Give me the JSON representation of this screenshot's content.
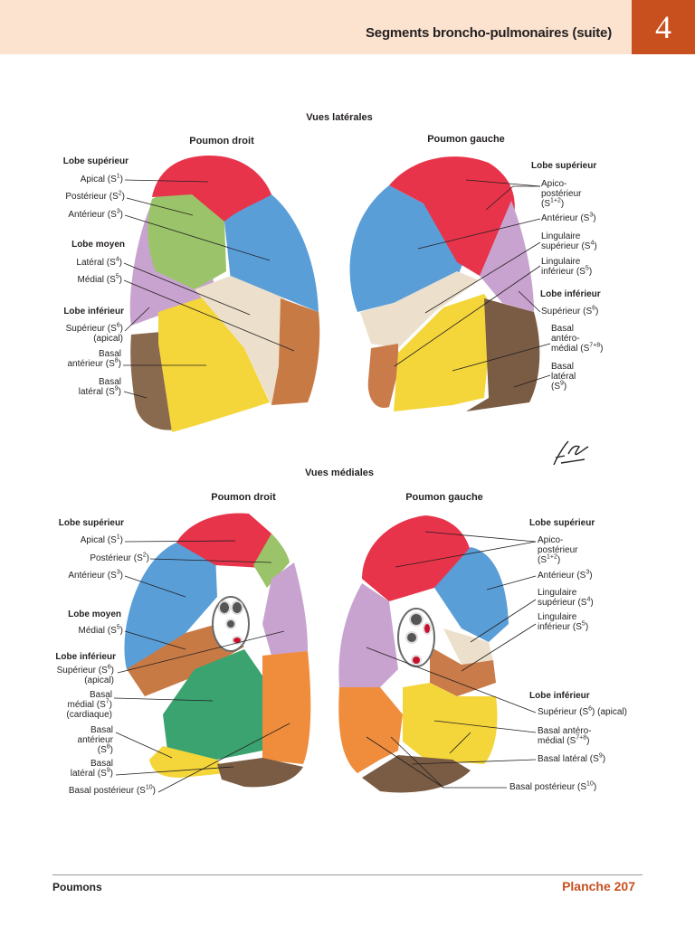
{
  "header": {
    "title": "Segments broncho-pulmonaires (suite)",
    "chapter": "4"
  },
  "footer": {
    "section": "Poumons",
    "plate": "Planche 207"
  },
  "views": {
    "lateral": {
      "title": "Vues latérales",
      "right_lung": {
        "title": "Poumon droit",
        "lobe_sup": "Lobe supérieur",
        "apical": "Apical (S",
        "apical_n": "1",
        "post": "Postérieur (S",
        "post_n": "2",
        "ant": "Antérieur (S",
        "ant_n": "3",
        "lobe_moyen": "Lobe moyen",
        "lat": "Latéral (S",
        "lat_n": "4",
        "med": "Médial (S",
        "med_n": "5",
        "lobe_inf": "Lobe inférieur",
        "sup1": "Supérieur (S",
        "sup_n": "6",
        "sup2": "(apical)",
        "bant1": "Basal",
        "bant2": "antérieur (S",
        "bant_n": "8",
        "blat1": "Basal",
        "blat2": "latéral (S",
        "blat_n": "9"
      },
      "left_lung": {
        "title": "Poumon gauche",
        "lobe_sup": "Lobe supérieur",
        "ap1": "Apico-",
        "ap2": "postérieur",
        "ap3": "(S",
        "ap_n": "1+2",
        "ant": "Antérieur (S",
        "ant_n": "3",
        "ls1": "Lingulaire",
        "ls2": "supérieur (S",
        "ls_n": "4",
        "li1": "Lingulaire",
        "li2": "inférieur (S",
        "li_n": "5",
        "lobe_inf": "Lobe inférieur",
        "sup": "Supérieur (S",
        "sup_n": "6",
        "bam1": "Basal",
        "bam2": "antéro-",
        "bam3": "médial (S",
        "bam_n": "7+8",
        "bl1": "Basal",
        "bl2": "latéral",
        "bl3": "(S",
        "bl_n": "9"
      }
    },
    "medial": {
      "title": "Vues médiales",
      "right_lung": {
        "title": "Poumon droit",
        "lobe_sup": "Lobe supérieur",
        "apical": "Apical (S",
        "apical_n": "1",
        "post": "Postérieur (S",
        "post_n": "2",
        "ant": "Antérieur (S",
        "ant_n": "3",
        "lobe_moyen": "Lobe moyen",
        "med": "Médial (S",
        "med_n": "5",
        "lobe_inf": "Lobe inférieur",
        "sup1": "Supérieur (S",
        "sup_n": "6",
        "sup2": "(apical)",
        "bm1": "Basal",
        "bm2": "médial (S",
        "bm_n": "7",
        "bm3": "(cardiaque)",
        "ba1": "Basal",
        "ba2": "antérieur",
        "ba3": "(S",
        "ba_n": "8",
        "bl1": "Basal",
        "bl2": "latéral (S",
        "bl_n": "9",
        "bp": "Basal postérieur  (S",
        "bp_n": "10"
      },
      "left_lung": {
        "title": "Poumon gauche",
        "lobe_sup": "Lobe supérieur",
        "ap1": "Apico-",
        "ap2": "postérieur",
        "ap3": "(S",
        "ap_n": "1+2",
        "ant": "Antérieur (S",
        "ant_n": "3",
        "ls1": "Lingulaire",
        "ls2": "supérieur (S",
        "ls_n": "4",
        "li1": "Lingulaire",
        "li2": "inférieur (S",
        "li_n": "5",
        "lobe_inf": "Lobe inférieur",
        "sup": "Supérieur (S",
        "sup_n": "6",
        "sup_tail": ") (apical)",
        "bam1": "Basal antéro-",
        "bam2": "médial (S",
        "bam_n": "7+8",
        "bl": "Basal latéral (S",
        "bl_n": "9",
        "bp": "Basal postérieur (S",
        "bp_n": "10"
      }
    }
  },
  "colors": {
    "apical": "#e8344a",
    "posterior": "#9bc46a",
    "anterior": "#5a9ed8",
    "lateral_middle": "#ece0cc",
    "medial_middle": "#c87a45",
    "superior_lower": "#c9a3cf",
    "basal_anterior": "#f4d63a",
    "basal_lateral": "#8a6a4f",
    "basal_medial": "#3aa36f",
    "basal_posterior": "#7a5c44",
    "orange_lower": "#f08d3c",
    "lingula_inf": "#c97b4a",
    "accent": "#c8501f"
  }
}
